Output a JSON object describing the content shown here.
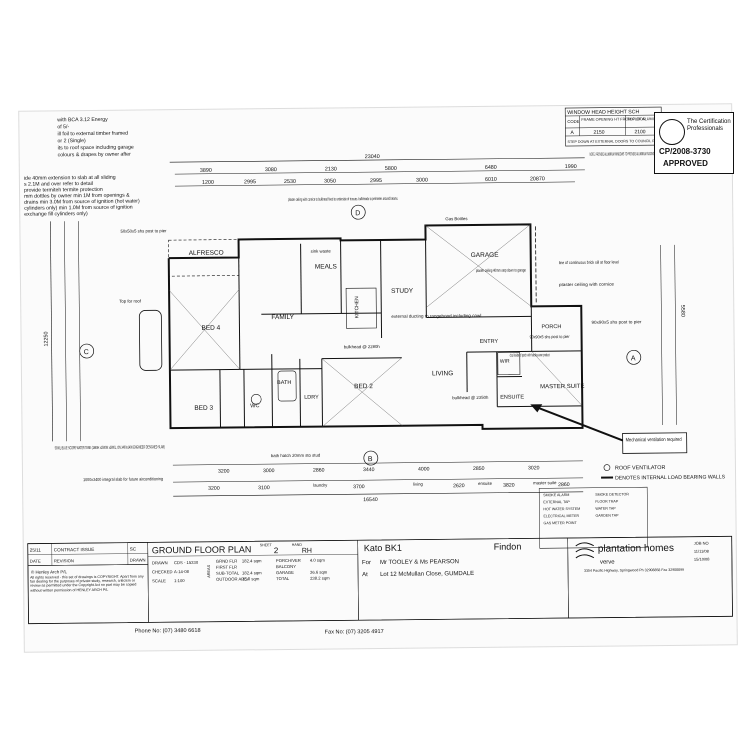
{
  "notes_top_left": [
    "with BCA 3.12 Energy",
    "of 5/-",
    "ill foil to external timber framed",
    "or 2 (Single)",
    "its to roof space including garage",
    "colours & drapes by owner after",
    "ide 40mm extension to slab at all sliding",
    "s 2.1M and over refer to detail",
    "provide termiteh termite protection",
    "mm dottles by owner min 1M from openings &",
    "drains min 3.0M from source of ignition (hot water)",
    "cylinders only) min 1.0M from source of ignition",
    "exchange fill cylinders only)"
  ],
  "window_table": {
    "title": "WINDOW HEAD HEIGHT SCH",
    "headers": [
      "CODE",
      "FRAME OPENING HT FROM FLOOR",
      "TOP OF ALUMINIUM"
    ],
    "rows": [
      [
        "A",
        "2150",
        "2100"
      ]
    ],
    "note": "STEP DOWN AT EXTERNAL DOORS TO COUNCIL REQUIREMENTS"
  },
  "provide_note": "NOTE: PROVIDE ALUMINIUM WINDOWS TO PROVIDE ALUMINIUM SLIDING WINDOWS TO SIDES & REAR UNLESS SPECIFIED OTHERWISE",
  "certification": {
    "name": "The Certification Professionals",
    "ref": "CP/2008-3730",
    "status": "APPROVED"
  },
  "overall_dims": {
    "top_total": "23040",
    "top_row": [
      "3890",
      "3080",
      "2130",
      "5800",
      "6480",
      "1990"
    ],
    "top_row2": [
      "1200",
      "2995",
      "2530",
      "3050",
      "2995",
      "3000",
      "6010",
      "20870"
    ],
    "bottom_total": "16540",
    "bottom_row": [
      "3200",
      "3100",
      "3700",
      "2620",
      "3820",
      "2860"
    ],
    "bottom_row2": [
      "3200",
      "3000",
      "2860",
      "3440",
      "4000",
      "2850",
      "3020"
    ],
    "left_total": "12250",
    "right_total": "5580"
  },
  "rooms": {
    "alfresco": "ALFRESCO",
    "family": "FAMILY",
    "meals": "MEALS",
    "kitchen": "KITCHEN",
    "study": "STUDY",
    "garage": "GARAGE",
    "bed4": "BED 4",
    "bed3": "BED 3",
    "bed2": "BED 2",
    "bath": "BATH",
    "ldry": "LDRY",
    "wc": "WC",
    "living": "LIVING",
    "entry": "ENTRY",
    "porch": "PORCH",
    "wir": "WIR",
    "ensuite": "ENSUITE",
    "master": "MASTER SUITE"
  },
  "plan_notes": {
    "plaster_ceiling": "plaster ceiling with cornice to bulkhead fixed to underside of trusses. bulkheads to perimeter around beams.",
    "sink_waste": "sink waste",
    "external_ducting": "external ducting to rangehood including cowl",
    "bulkhead_a": "bulkhead @ 2280h",
    "bulkhead_b": "bulkhead @ 2350h",
    "gas_bottles": "Gas Bottles",
    "garage_note": "plaster ceiling 40mm step down to garage",
    "line_note": "line of continuous brick sill at floor level",
    "plaster_porch": "plaster ceiling with cornice",
    "clad_note": "clad inside of porch with hardies eave product",
    "post_a": "90x90x5 shs post to pier",
    "post_b": "90x90x5 shs post to pier",
    "post_c": "50x50x5 shs post to pier",
    "top_roof": "Top for roof",
    "bath_hatch": "bath hatch 20mm sto stud",
    "water_tank": "5000L BLUE SCOPE WATER TANK (1880H x1500W x2800L, ON 3400x1400 ENGINEER DESIGNED SLAB)",
    "integral_slab": "1000x3400 integral slab for future airconditioning",
    "mech_vent": "Mechanical ventilation required",
    "laundry": "laundry",
    "living_lbl": "living",
    "ensuite_lbl": "ensuite",
    "master_lbl": "master suite"
  },
  "legend": {
    "roof_vent": "ROOF VENTILATOR",
    "load_bearing": "DENOTES INTERNAL LOAD BEARING WALLS",
    "items": [
      "SMOKE ALARM",
      "EXTERNAL TAP",
      "HOT WATER SYSTEM",
      "ELECTRICAL METER",
      "GAS METER POINT",
      "SMOKE DETECTOR",
      "FLOOR TRAP",
      "WATER TAP",
      "GARDEN TAP"
    ]
  },
  "revisions": {
    "rows": [
      [
        "25/11",
        "CONTRACT ISSUE",
        "SC"
      ]
    ],
    "headers": [
      "DATE",
      "REVISION",
      "DRAWN"
    ]
  },
  "copyright": {
    "owner": "© Henley Arch P/L",
    "text": "All rights reserved - this set of drawings is COPYRIGHT. Apart from any fair dealing for the purposes of private study, research, criticism or review as permitted under the Copyright Act no part may be copied without written permission of HENLEY ARCH P/L"
  },
  "title_block": {
    "drawing_title": "GROUND FLOOR PLAN",
    "sheet_label": "SHEET",
    "sheet_no": "2",
    "hand_label": "HAND",
    "hand": "RH",
    "drawn_label": "DRAWN",
    "drawn": "CDS - 15330",
    "checked_label": "CHECKED",
    "checked": "A-14-08",
    "scale_label": "SCALE",
    "scale": "1:100",
    "areas_label": "AREAS",
    "areas": [
      [
        "GRND FLR",
        "182.4 sqm",
        "PORCH/VER",
        "4.0 sqm"
      ],
      [
        "FIRST FLR",
        "",
        "BALCONY",
        ""
      ],
      [
        "SUB-TOTAL",
        "182.4 sqm",
        "GARAGE",
        "36.6 sqm"
      ],
      [
        "OUTDOOR AREA",
        "15.7 sqm",
        "TOTAL",
        "238.2 sqm"
      ]
    ],
    "house": "Kato BK1",
    "facade": "Findon",
    "for_label": "For",
    "client": "Mr TOOLEY & Ms PEARSON",
    "at_label": "At",
    "address": "Lot 12 McMullan Close, GUMDALE",
    "builder": "plantation homes",
    "builder_sub": "verve",
    "builder_address": "3354 Pacific Highway, Springwood Ph 32908858 Fax 32908899",
    "job_no": "JOB NO",
    "date": "11/11/08",
    "date2": "15/10/08"
  },
  "footer": {
    "phone": "Phone No: (07) 3480 6618",
    "fax": "Fax No: (07) 3205 4917"
  }
}
